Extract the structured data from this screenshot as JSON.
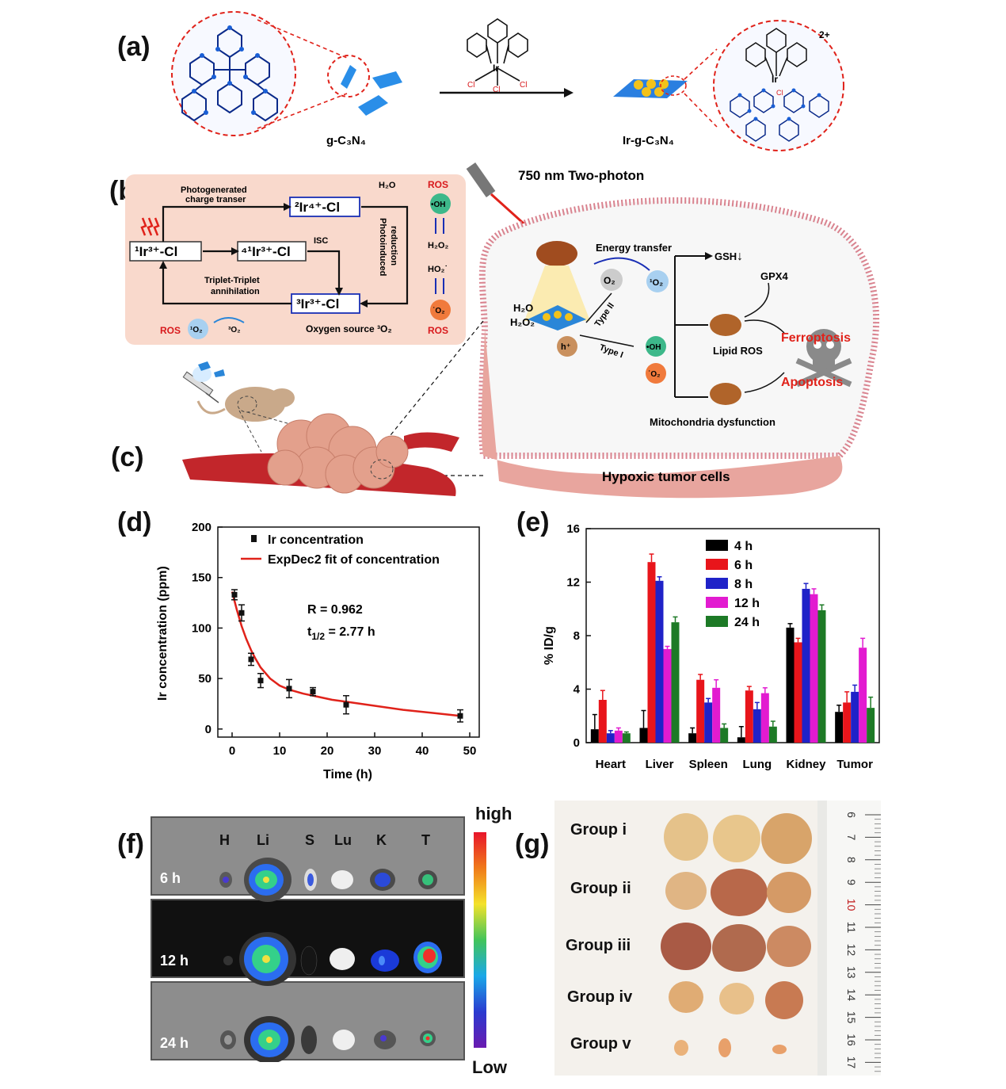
{
  "panels": {
    "a": {
      "letter": "(a)",
      "left_label": "g-C₃N₄",
      "right_label": "Ir-g-C₃N₄",
      "charge": "2+",
      "ir": "Ir",
      "cl": "Cl"
    },
    "b": {
      "letter": "(b)",
      "photogenerated": "Photogenerated",
      "charge_transfer": "charge transer",
      "ir4": "²Ir⁴⁺-Cl",
      "ir3_1": "¹Ir³⁺-Cl",
      "ir3_4": "⁴¹Ir³⁺-Cl",
      "ir3_3": "³Ir³⁺-Cl",
      "isc": "ISC",
      "tta1": "Triplet-Triplet",
      "tta2": "annihilation",
      "photoinduced": "Photoinduced",
      "reduction": "reduction",
      "h2o": "H₂O",
      "h2o2": "H₂O₂",
      "ho2": "HO₂˙",
      "oh": "•OH",
      "o2rad": "˙O₂",
      "ros": "ROS",
      "ros_bottom": "ROS",
      "singlet_o2": "¹O₂",
      "triplet_o2": "³O₂",
      "oxygen_source": "Oxygen source ³O₂"
    },
    "c": {
      "letter": "(c)",
      "laser": "750 nm Two-photon",
      "energy_transfer": "Energy transfer",
      "o2": "O₂",
      "singlet": "¹O₂",
      "h2o": "H₂O",
      "h2o2": "H₂O₂",
      "h_plus": "h⁺",
      "type2": "Type II",
      "type1": "Type I",
      "oh": "•OH",
      "o2rad": "˙O₂",
      "gsh": "GSH",
      "gpx4": "GPX4",
      "lipid_ros": "Lipid ROS",
      "ferroptosis": "Ferroptosis",
      "apoptosis": "Apoptosis",
      "mito": "Mitochondria dysfunction",
      "hypoxic": "Hypoxic tumor cells"
    },
    "f": {
      "letter": "(f)",
      "organs": [
        "H",
        "Li",
        "S",
        "Lu",
        "K",
        "T"
      ],
      "times": [
        "6 h",
        "12 h",
        "24 h"
      ],
      "high": "high",
      "low": "Low"
    },
    "g": {
      "letter": "(g)",
      "groups": [
        "Group i",
        "Group ii",
        "Group iii",
        "Group iv",
        "Group v"
      ],
      "ruler": [
        "6",
        "7",
        "8",
        "9",
        "10",
        "11",
        "12",
        "13",
        "14",
        "15",
        "16",
        "17"
      ]
    }
  },
  "chart_data": [
    {
      "panel": "(d)",
      "type": "scatter",
      "xlabel": "Time (h)",
      "ylabel": "Ir concentration (ppm)",
      "xlim": [
        -3,
        52
      ],
      "ylim": [
        -8,
        200
      ],
      "xticks": [
        0,
        10,
        20,
        30,
        40,
        50
      ],
      "yticks": [
        0,
        50,
        100,
        150,
        200
      ],
      "points": [
        {
          "x": 0.5,
          "y": 133,
          "err": 5
        },
        {
          "x": 2,
          "y": 115,
          "err": 8
        },
        {
          "x": 4,
          "y": 69,
          "err": 6
        },
        {
          "x": 6,
          "y": 48,
          "err": 7
        },
        {
          "x": 12,
          "y": 40,
          "err": 9
        },
        {
          "x": 17,
          "y": 37,
          "err": 4
        },
        {
          "x": 24,
          "y": 24,
          "err": 9
        },
        {
          "x": 48,
          "y": 13,
          "err": 6
        }
      ],
      "fit": {
        "name": "ExpDec2 fit of concentration",
        "x": [
          0,
          1,
          2,
          3,
          4,
          5,
          6,
          8,
          10,
          12,
          15,
          18,
          21,
          24,
          30,
          36,
          42,
          48
        ],
        "y": [
          136,
          118,
          102,
          89,
          78,
          69,
          61,
          50,
          43,
          39,
          35,
          32,
          29,
          27,
          23,
          19,
          16,
          13
        ]
      },
      "legend": [
        "Ir concentration",
        "ExpDec2 fit of concentration"
      ],
      "annotation_r": "R = 0.962",
      "annotation_t": "t",
      "annotation_t_sub": "1/2",
      "annotation_t_val": " = 2.77 h"
    },
    {
      "panel": "(e)",
      "type": "bar",
      "ylabel": "% ID/g",
      "ylim": [
        0,
        16
      ],
      "yticks": [
        0,
        4,
        8,
        12,
        16
      ],
      "categories": [
        "Heart",
        "Liver",
        "Spleen",
        "Lung",
        "Kidney",
        "Tumor"
      ],
      "series": [
        {
          "name": "4 h",
          "color": "#000000",
          "values": [
            1.0,
            1.1,
            0.7,
            0.4,
            8.6,
            2.3
          ],
          "err": [
            1.1,
            1.3,
            0.4,
            0.8,
            0.3,
            0.5
          ]
        },
        {
          "name": "6 h",
          "color": "#e8151b",
          "values": [
            3.2,
            13.5,
            4.7,
            3.9,
            7.5,
            3.0
          ],
          "err": [
            0.7,
            0.6,
            0.4,
            0.3,
            0.3,
            0.8
          ]
        },
        {
          "name": "8 h",
          "color": "#1f22c8",
          "values": [
            0.7,
            12.1,
            3.0,
            2.5,
            11.5,
            3.8
          ],
          "err": [
            0.2,
            0.3,
            0.3,
            0.5,
            0.4,
            0.5
          ]
        },
        {
          "name": "12 h",
          "color": "#e21bd0",
          "values": [
            0.9,
            7.0,
            4.1,
            3.7,
            11.1,
            7.1
          ],
          "err": [
            0.2,
            0.2,
            0.6,
            0.4,
            0.4,
            0.7
          ]
        },
        {
          "name": "24 h",
          "color": "#1d7a26",
          "values": [
            0.7,
            9.0,
            1.1,
            1.2,
            9.9,
            2.6
          ],
          "err": [
            0.1,
            0.4,
            0.3,
            0.4,
            0.4,
            0.8
          ]
        }
      ]
    }
  ]
}
